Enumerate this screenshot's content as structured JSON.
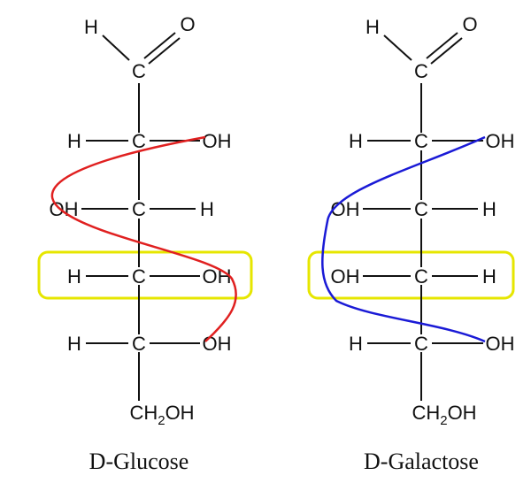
{
  "colors": {
    "bond": "#111111",
    "glucose_curve": "#e02020",
    "galactose_curve": "#1a1ad6",
    "highlight": "#e6e600"
  },
  "labels": {
    "h": "H",
    "o": "O",
    "c": "C",
    "oh": "OH",
    "ch2": "CH",
    "sub2": "2",
    "oh_tail": "OH"
  },
  "structures": [
    {
      "name": "D-Glucose",
      "rows": [
        {
          "left": "H",
          "right": "OH"
        },
        {
          "left": "OH",
          "right": "H"
        },
        {
          "left": "H",
          "right": "OH"
        },
        {
          "left": "H",
          "right": "OH"
        }
      ],
      "highlight_row": 3
    },
    {
      "name": "D-Galactose",
      "rows": [
        {
          "left": "H",
          "right": "OH"
        },
        {
          "left": "OH",
          "right": "H"
        },
        {
          "left": "OH",
          "right": "H"
        },
        {
          "left": "H",
          "right": "OH"
        }
      ],
      "highlight_row": 3
    }
  ]
}
